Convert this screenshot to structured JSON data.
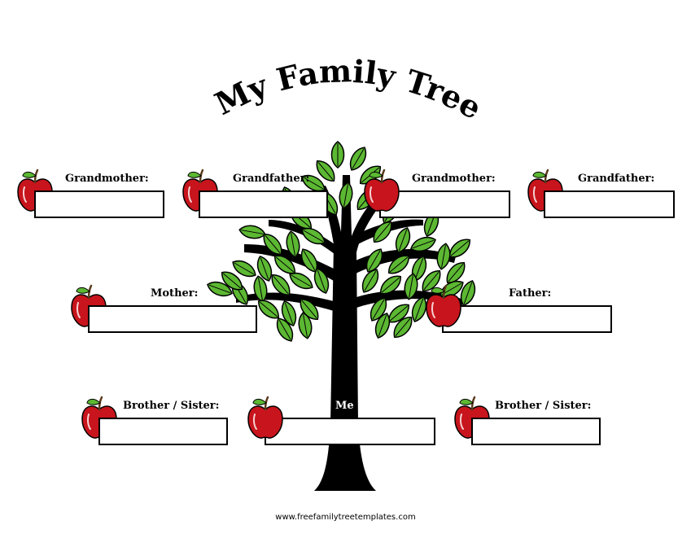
{
  "title": "My Family Tree",
  "footer_url": "www.freefamilytreetemplates.com",
  "colors": {
    "apple": "#c8141c",
    "leaf": "#5cb832",
    "trunk": "#000000"
  },
  "members": {
    "grandmother_paternal": {
      "label": "Grandmother:",
      "value": ""
    },
    "grandfather_paternal": {
      "label": "Grandfather:",
      "value": ""
    },
    "grandmother_maternal": {
      "label": "Grandmother:",
      "value": ""
    },
    "grandfather_maternal": {
      "label": "Grandfather:",
      "value": ""
    },
    "mother": {
      "label": "Mother:",
      "value": ""
    },
    "father": {
      "label": "Father:",
      "value": ""
    },
    "sibling_left": {
      "label": "Brother / Sister:",
      "value": ""
    },
    "me": {
      "label": "Me",
      "value": ""
    },
    "sibling_right": {
      "label": "Brother / Sister:",
      "value": ""
    }
  },
  "icons": {
    "apple": "apple-icon",
    "tree": "tree-illustration"
  }
}
